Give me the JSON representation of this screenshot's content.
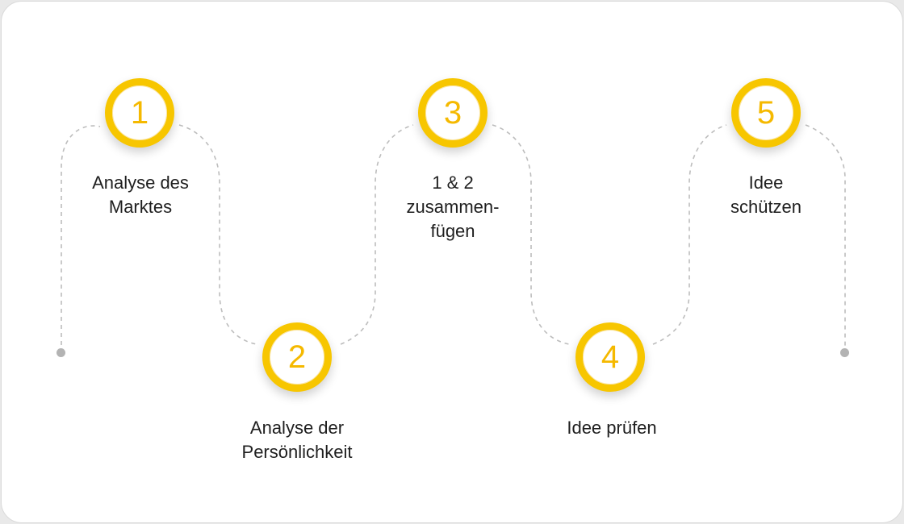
{
  "colors": {
    "accent": "#f7c600",
    "number": "#f5b900",
    "connector": "#bdbdbd",
    "text": "#1f1f1f"
  },
  "steps": [
    {
      "number": "1",
      "label_lines": [
        "Analyse des",
        "Marktes"
      ]
    },
    {
      "number": "2",
      "label_lines": [
        "Analyse der",
        "Persönlichkeit"
      ]
    },
    {
      "number": "3",
      "label_lines": [
        "1 & 2",
        "zusammen-",
        "fügen"
      ]
    },
    {
      "number": "4",
      "label_lines": [
        "Idee prüfen"
      ]
    },
    {
      "number": "5",
      "label_lines": [
        "Idee",
        "schützen"
      ]
    }
  ]
}
